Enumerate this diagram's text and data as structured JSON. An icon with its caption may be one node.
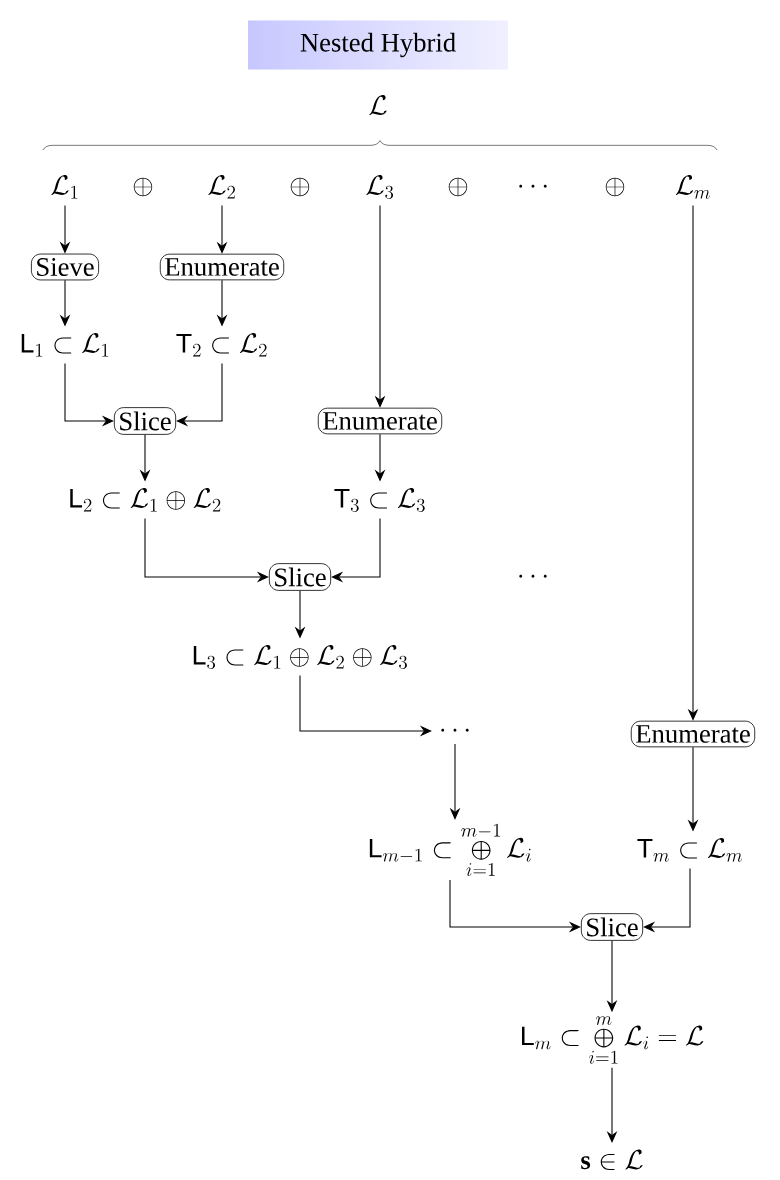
{
  "diagram": {
    "title": "Nested Hybrid",
    "nodes": [
      {
        "text": [
          "\\mathcal{L}_1"
        ]
      },
      {
        "text": [
          "\\mathcal{L}_2"
        ]
      },
      {
        "text": [
          "\\mathcal{L}_3"
        ]
      },
      {
        "text": [
          "\\mathcal{L}_m"
        ]
      },
      {
        "text": [
          "Sieve"
        ]
      },
      {
        "text": [
          "Enumerate"
        ]
      },
      {
        "text": [
          "\\mathsf{L}_1 \\subset \\mathcal{L}_1"
        ]
      },
      {
        "text": [
          "\\mathsf{T}_2 \\subset \\mathcal{L}_2"
        ]
      },
      {
        "text": [
          "Slice"
        ]
      },
      {
        "text": [
          "Enumerate"
        ]
      },
      {
        "text": [
          "\\mathsf{L}_2 \\subset \\mathcal{L}_1 \\oplus \\mathcal{L}_2"
        ]
      },
      {
        "text": [
          "\\mathsf{T}_3 \\subset \\mathcal{L}_3"
        ]
      },
      {
        "text": [
          "Slice"
        ]
      },
      {
        "text": [
          "\\mathsf{L}_3 \\subset \\mathcal{L}_1 \\oplus \\mathcal{L}_2 \\oplus \\mathcal{L}_3"
        ]
      },
      {
        "text": [
          "\\cdots"
        ]
      },
      {
        "text": [
          "Enumerate"
        ]
      },
      {
        "text": [
          "\\mathsf{L}_{m-1} \\subset \\bigoplus_{i=1}^{m-1} \\mathcal{L}_i"
        ]
      },
      {
        "text": [
          "\\mathsf{T}_m \\subset \\mathcal{L}_m"
        ]
      },
      {
        "text": [
          "Slice"
        ]
      },
      {
        "text": [
          "\\mathsf{L}_m \\subset \\bigoplus_{i=1}^{m} \\mathcal{L}_i = \\mathcal{L}"
        ]
      },
      {
        "text": [
          "\\mathbf{s} \\in \\mathcal{L}"
        ]
      }
    ],
    "edges": [
      {
        "from": 0,
        "to": 4,
        "arrow": "to"
      },
      {
        "from": 1,
        "to": 5,
        "arrow": "to"
      },
      {
        "from": 4,
        "to": 6,
        "arrow": "to"
      },
      {
        "from": 5,
        "to": 7,
        "arrow": "to"
      },
      {
        "from": 2,
        "to": 9,
        "arrow": "to"
      },
      {
        "from": 6,
        "to": 8,
        "arrow": "to"
      },
      {
        "from": 7,
        "to": 8,
        "arrow": "to"
      },
      {
        "from": 8,
        "to": 10,
        "arrow": "to"
      },
      {
        "from": 9,
        "to": 11,
        "arrow": "to"
      },
      {
        "from": 10,
        "to": 12,
        "arrow": "to"
      },
      {
        "from": 11,
        "to": 12,
        "arrow": "to"
      },
      {
        "from": 12,
        "to": 13,
        "arrow": "to"
      },
      {
        "from": 13,
        "to": 14,
        "arrow": "to"
      },
      {
        "from": 3,
        "to": 15,
        "arrow": "to"
      },
      {
        "from": 14,
        "to": 16,
        "arrow": "to"
      },
      {
        "from": 15,
        "to": 17,
        "arrow": "to"
      },
      {
        "from": 16,
        "to": 18,
        "arrow": "to"
      },
      {
        "from": 17,
        "to": 18,
        "arrow": "to"
      },
      {
        "from": 18,
        "to": 19,
        "arrow": "to"
      },
      {
        "from": 19,
        "to": 20,
        "arrow": "to"
      }
    ],
    "labels": [
      "\\mathcal{L}",
      "\\oplus",
      "\\oplus",
      "\\oplus",
      "\\cdots",
      "\\oplus",
      "\\cdots"
    ]
  }
}
